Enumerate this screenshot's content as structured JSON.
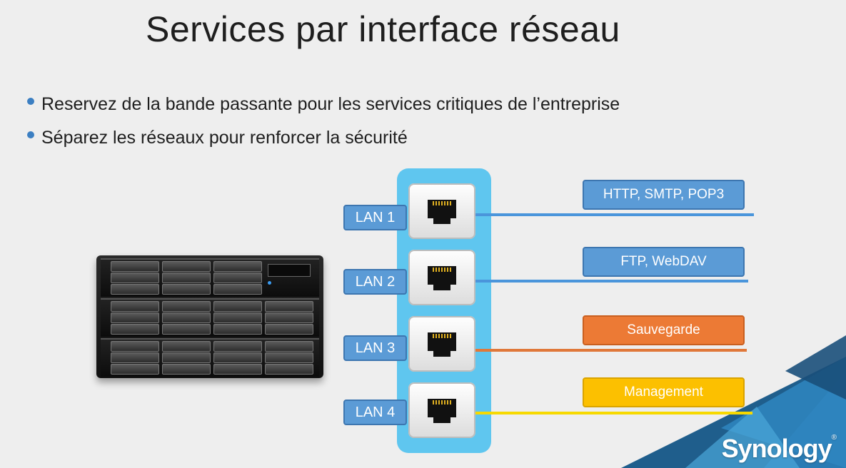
{
  "slide": {
    "title": "Services par interface réseau",
    "bullets": [
      "Reservez de la bande passante pour les services critiques de l’entreprise",
      "Séparez les réseaux pour renforcer la sécurité"
    ]
  },
  "ports": [
    {
      "label": "LAN 1",
      "service": "HTTP, SMTP, POP3",
      "color": "#5b9bd6",
      "border": "#3d76b0",
      "wire": "#4a95db"
    },
    {
      "label": "LAN 2",
      "service": "FTP, WebDAV",
      "color": "#5b9bd6",
      "border": "#3d76b0",
      "wire": "#4a95db"
    },
    {
      "label": "LAN 3",
      "service": "Sauvegarde",
      "color": "#ec7a35",
      "border": "#c95f1f",
      "wire": "#e0783a"
    },
    {
      "label": "LAN 4",
      "service": "Management",
      "color": "#fcc000",
      "border": "#d9a300",
      "wire": "#f7d900"
    }
  ],
  "brand": {
    "name": "Synology",
    "mark": "®"
  },
  "colors": {
    "panel": "#5fc6ef",
    "bullet": "#3c7fc2",
    "background": "#eeeeee"
  },
  "icons": [
    "rj45-port-icon",
    "nas-server-image"
  ]
}
